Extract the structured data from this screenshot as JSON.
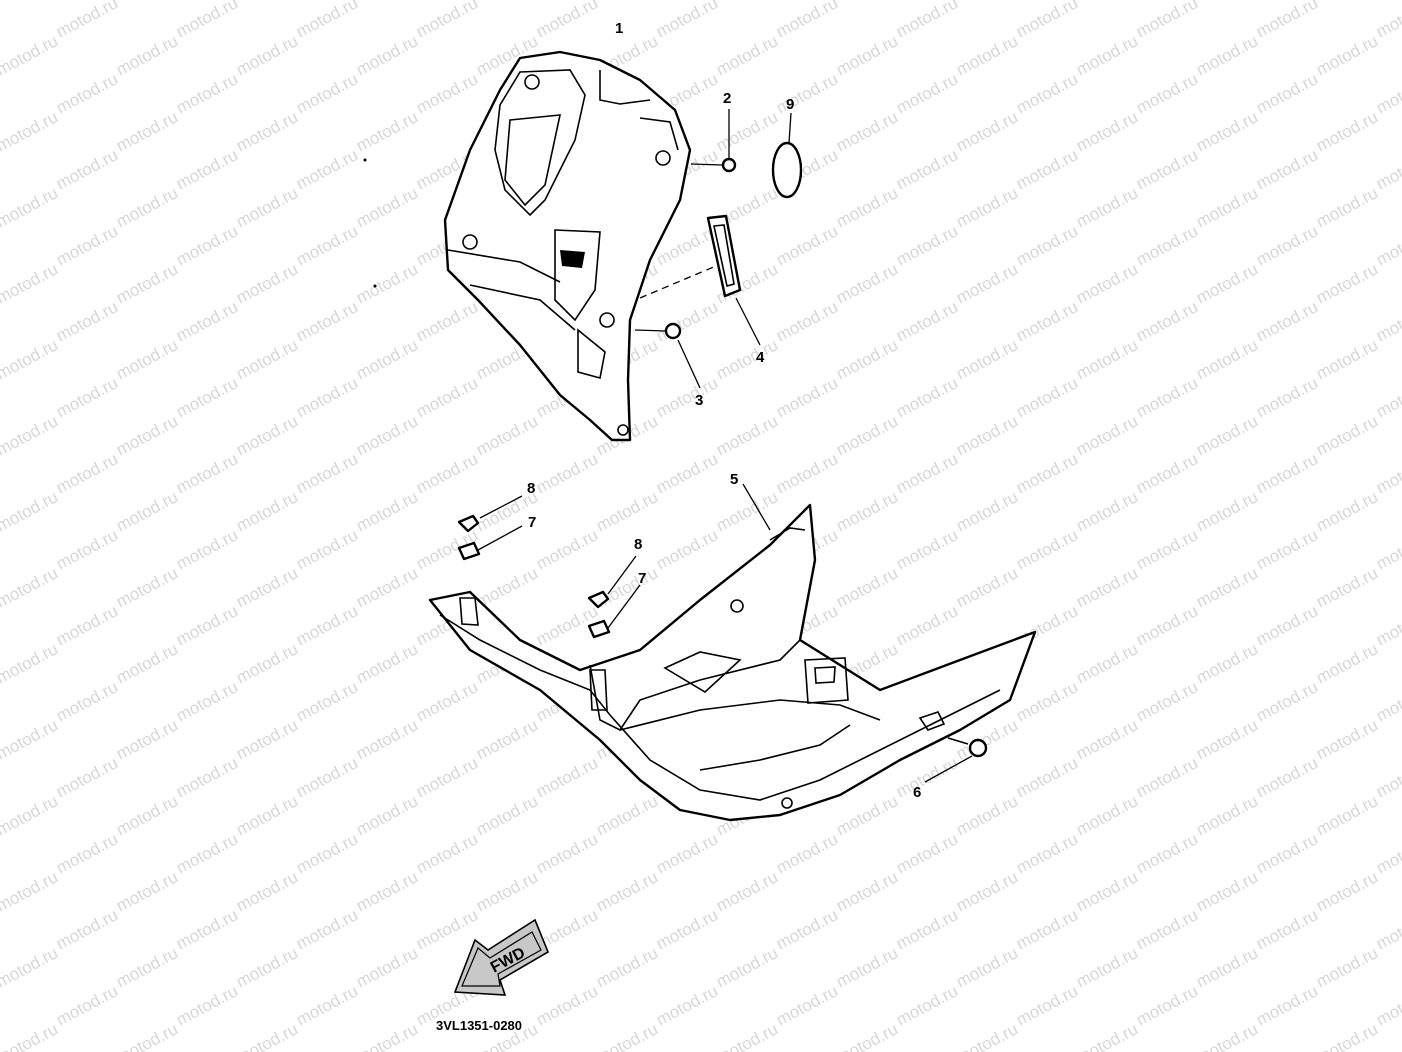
{
  "diagram": {
    "watermark": "motod.ru",
    "drawing_code": "3VL1351-0280",
    "fwd_label": "FWD",
    "callouts": [
      "1",
      "2",
      "3",
      "4",
      "5",
      "6",
      "7",
      "7",
      "8",
      "8",
      "9"
    ]
  }
}
